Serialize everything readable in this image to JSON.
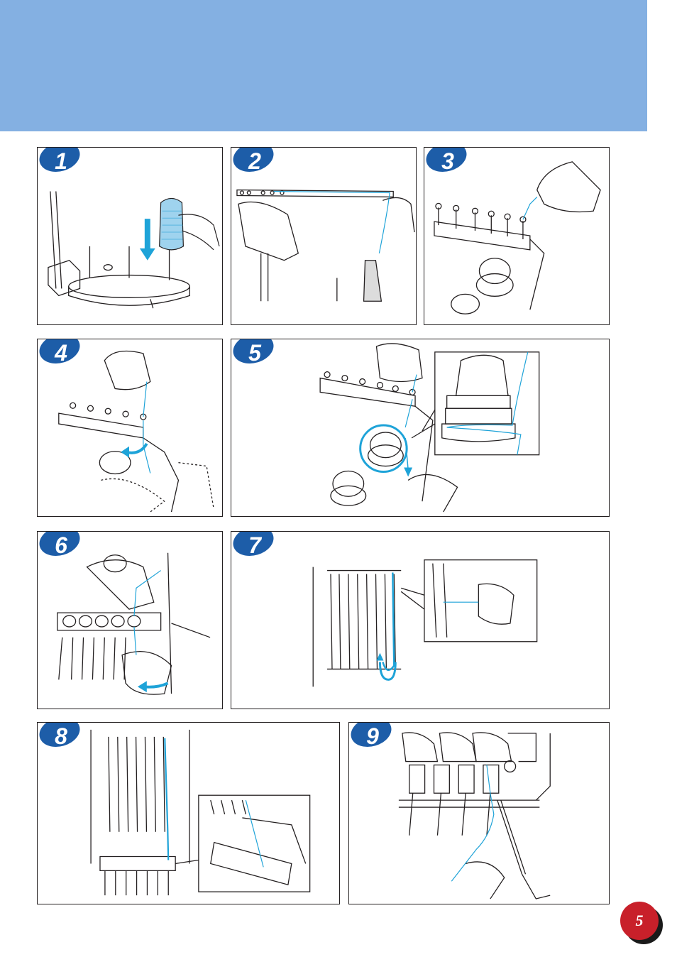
{
  "header": {
    "color": "#84b0e2"
  },
  "colors": {
    "badge": "#1d5da8",
    "thread": "#1ea3d8",
    "page_disc": "#c8202a"
  },
  "steps": [
    {
      "number": "1",
      "icon": "thread-spool-stand-illustration"
    },
    {
      "number": "2",
      "icon": "thread-guide-bar-illustration"
    },
    {
      "number": "3",
      "icon": "thread-guide-plate-illustration"
    },
    {
      "number": "4",
      "icon": "thread-around-tension-disc-illustration"
    },
    {
      "number": "5",
      "icon": "tension-disc-wrap-illustration"
    },
    {
      "number": "6",
      "icon": "thread-guide-pull-illustration"
    },
    {
      "number": "7",
      "icon": "take-up-lever-illustration"
    },
    {
      "number": "8",
      "icon": "needle-bar-guide-illustration"
    },
    {
      "number": "9",
      "icon": "needle-threading-illustration"
    }
  ],
  "page_number": "5"
}
